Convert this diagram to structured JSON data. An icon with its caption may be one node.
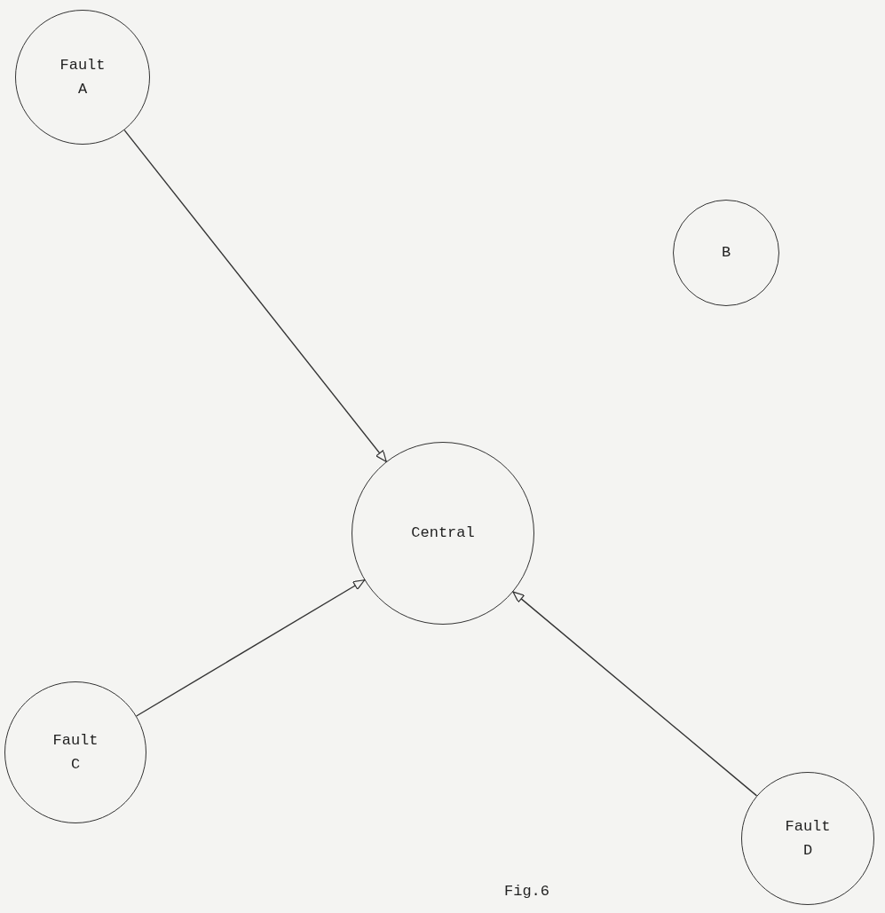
{
  "diagram": {
    "caption": "Fig.6",
    "nodes": [
      {
        "text": [
          "Fault A"
        ]
      },
      {
        "text": [
          "B"
        ]
      },
      {
        "text": [
          "Central"
        ]
      },
      {
        "text": [
          "Fault C"
        ]
      },
      {
        "text": [
          "Fault D"
        ]
      }
    ],
    "edges": [
      {
        "from": 0,
        "to": 2,
        "arrow": "to"
      },
      {
        "from": 3,
        "to": 2,
        "arrow": "to"
      },
      {
        "from": 4,
        "to": 2,
        "arrow": "to"
      }
    ]
  }
}
